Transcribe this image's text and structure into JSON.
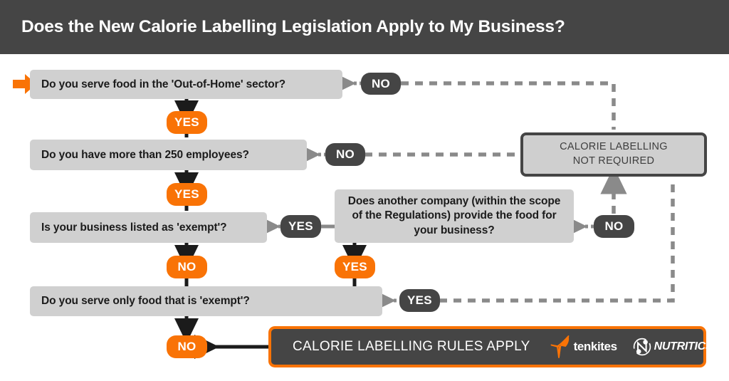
{
  "header": {
    "title": "Does the New Calorie Labelling Legislation Apply to My Business?",
    "background": "#454545",
    "text_color": "#ffffff"
  },
  "colors": {
    "accent_orange": "#f97306",
    "dark_grey": "#454545",
    "box_grey": "#d0d0d0",
    "wire_grey": "#808080",
    "wire_black": "#1b1b1b",
    "page_background": "#ffffff"
  },
  "start_indicator": {
    "icon": "arrow-right-icon",
    "color": "#f97306"
  },
  "questions": [
    {
      "id": "q1",
      "text": "Do you serve food in the 'Out-of-Home' sector?",
      "align": "left"
    },
    {
      "id": "q2",
      "text": "Do you have more than 250 employees?",
      "align": "left"
    },
    {
      "id": "q3",
      "text": "Is your business listed as 'exempt'?",
      "align": "left"
    },
    {
      "id": "q4",
      "text": "Does another company (within the scope of the Regulations) provide the food for your business?",
      "align": "center"
    },
    {
      "id": "q5",
      "text": "Do you serve only food that is 'exempt'?",
      "align": "left"
    }
  ],
  "badges": [
    {
      "id": "b1",
      "label": "NO",
      "style": "dark"
    },
    {
      "id": "b2",
      "label": "YES",
      "style": "yes-orange"
    },
    {
      "id": "b3",
      "label": "NO",
      "style": "dark"
    },
    {
      "id": "b4",
      "label": "YES",
      "style": "yes-orange"
    },
    {
      "id": "b5",
      "label": "YES",
      "style": "dark"
    },
    {
      "id": "b6",
      "label": "NO",
      "style": "no-orange"
    },
    {
      "id": "b7",
      "label": "NO",
      "style": "dark"
    },
    {
      "id": "b8",
      "label": "YES",
      "style": "yes-orange"
    },
    {
      "id": "b9",
      "label": "YES",
      "style": "dark"
    },
    {
      "id": "b10",
      "label": "NO",
      "style": "no-orange"
    }
  ],
  "outcomes": {
    "not_required": {
      "line1": "CALORIE LABELLING",
      "line2": "NOT REQUIRED"
    },
    "rules_apply": {
      "label": "CALORIE LABELLING RULES APPLY",
      "logos": [
        {
          "name": "tenkites",
          "wordmark": "tenkites"
        },
        {
          "name": "nutritics",
          "wordmark": "NUTRITICS"
        }
      ]
    }
  }
}
